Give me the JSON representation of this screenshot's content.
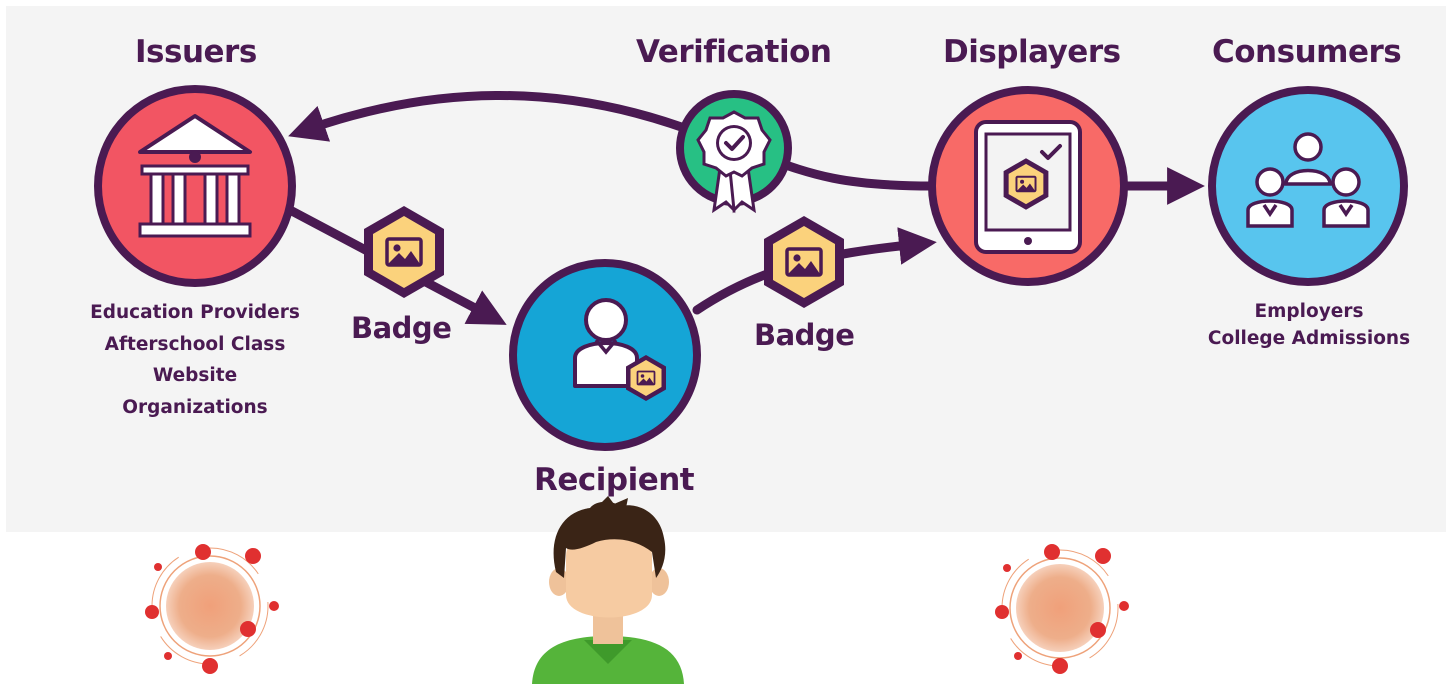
{
  "nodes": {
    "issuers": {
      "title": "Issuers",
      "details": [
        "Education Providers",
        "Afterschool Class",
        "Website",
        "Organizations"
      ]
    },
    "verification": {
      "title": "Verification"
    },
    "displayers": {
      "title": "Displayers"
    },
    "consumers": {
      "title": "Consumers",
      "details": [
        "Employers",
        "College Admissions"
      ]
    },
    "recipient": {
      "title": "Recipient"
    }
  },
  "edges": [
    {
      "from": "issuers",
      "to": "recipient",
      "label": "Badge"
    },
    {
      "from": "recipient",
      "to": "displayers",
      "label": "Badge"
    },
    {
      "from": "displayers",
      "to": "consumers",
      "label": ""
    },
    {
      "from": "displayers",
      "to": "issuers",
      "label": ""
    }
  ],
  "icons": {
    "issuers": "bank-building-icon",
    "verification": "award-ribbon-icon",
    "displayers": "tablet-badge-icon",
    "consumers": "people-group-icon",
    "recipient": "user-badge-icon",
    "badge": "hexagon-image-icon"
  },
  "colors": {
    "outline": "#4a1a52",
    "issuers_fill": "#f25563",
    "verification_fill": "#27c084",
    "displayers_fill": "#f86a67",
    "consumers_fill": "#58c5ee",
    "recipient_fill": "#15a5d6",
    "badge_fill": "#fbd27c",
    "panel_bg": "#f4f4f4",
    "decor_red": "#e03030",
    "decor_peach": "#eea27a",
    "shirt_green": "#55b43a"
  }
}
